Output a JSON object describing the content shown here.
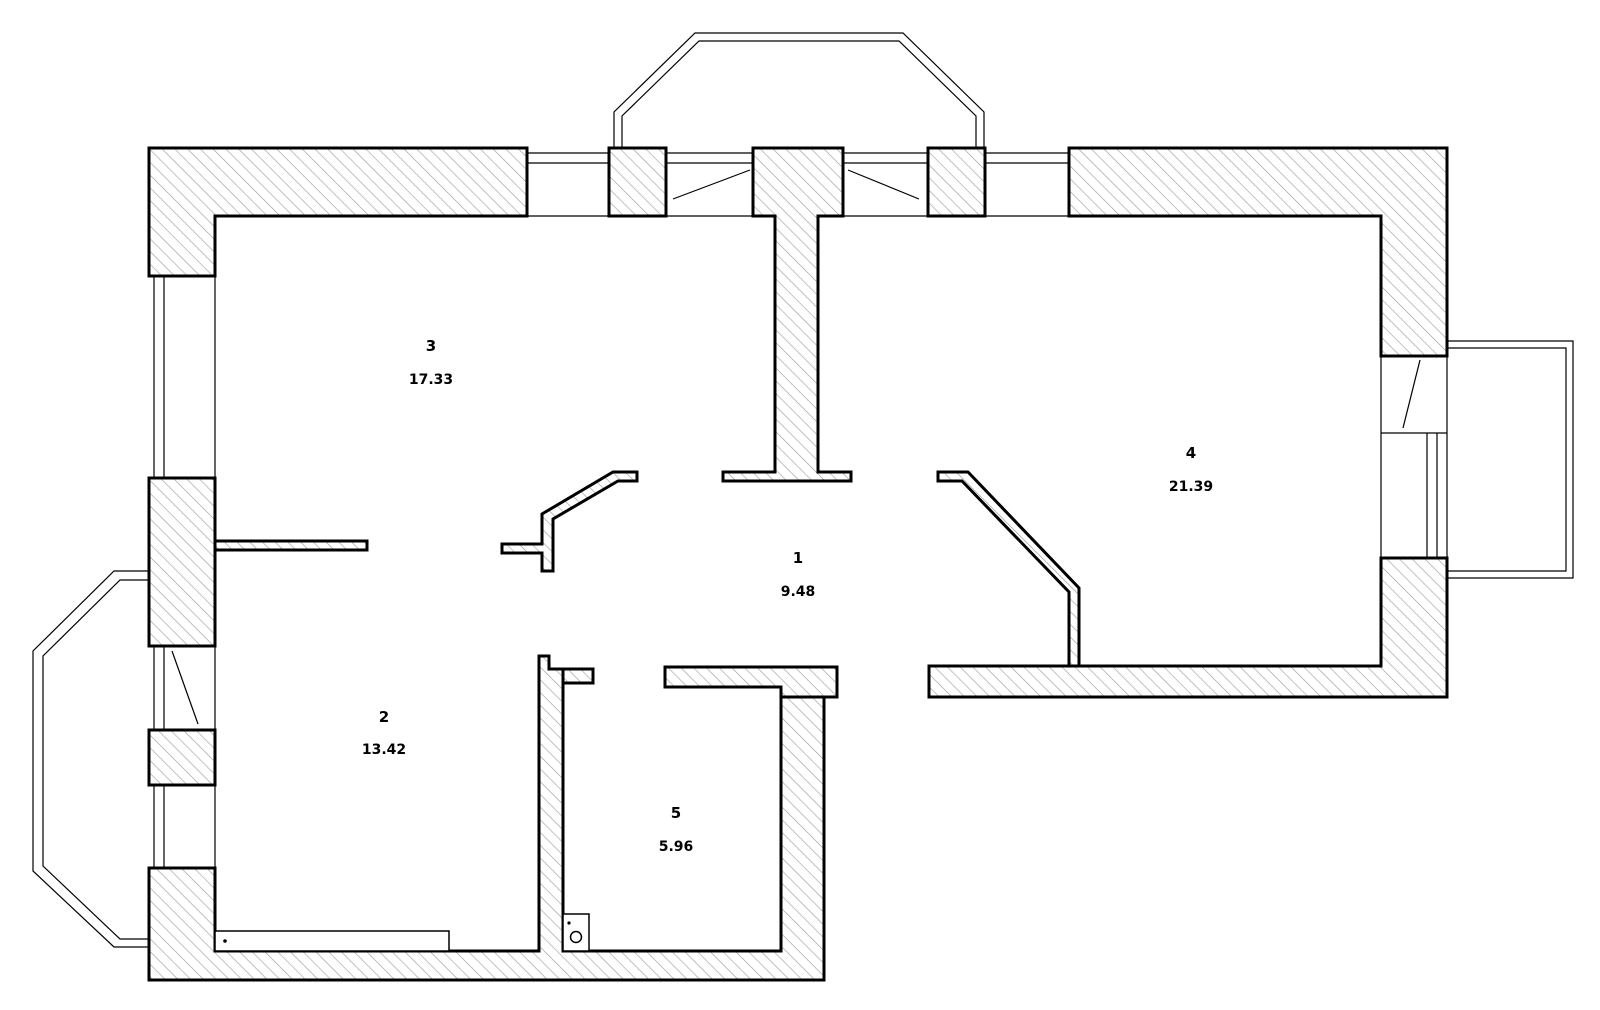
{
  "rooms": [
    {
      "number": "1",
      "area": "9.48"
    },
    {
      "number": "2",
      "area": "13.42"
    },
    {
      "number": "3",
      "area": "17.33"
    },
    {
      "number": "4",
      "area": "21.39"
    },
    {
      "number": "5",
      "area": "5.96"
    }
  ],
  "colors": {
    "line": "#000000",
    "background": "#ffffff",
    "hatch": "#9a9a9a"
  }
}
